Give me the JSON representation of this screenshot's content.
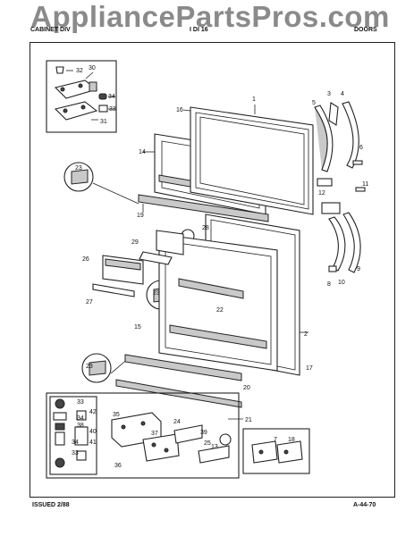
{
  "watermark": "AppliancePartsPros.com",
  "header": {
    "left": "CABINET DIV",
    "center": "I DI 16",
    "right": "DOORS"
  },
  "footer": {
    "issued": "ISSUED 2/88",
    "code": "A-44-70"
  },
  "callouts": [
    "1",
    "2",
    "3",
    "4",
    "5",
    "6",
    "7",
    "8",
    "9",
    "10",
    "11",
    "12",
    "13",
    "14",
    "15",
    "16",
    "17",
    "18",
    "19",
    "20",
    "21",
    "22",
    "23",
    "24",
    "25",
    "26",
    "27",
    "28",
    "29",
    "30",
    "31",
    "32",
    "33",
    "34",
    "35",
    "36",
    "37",
    "38",
    "39",
    "40",
    "41",
    "42"
  ]
}
